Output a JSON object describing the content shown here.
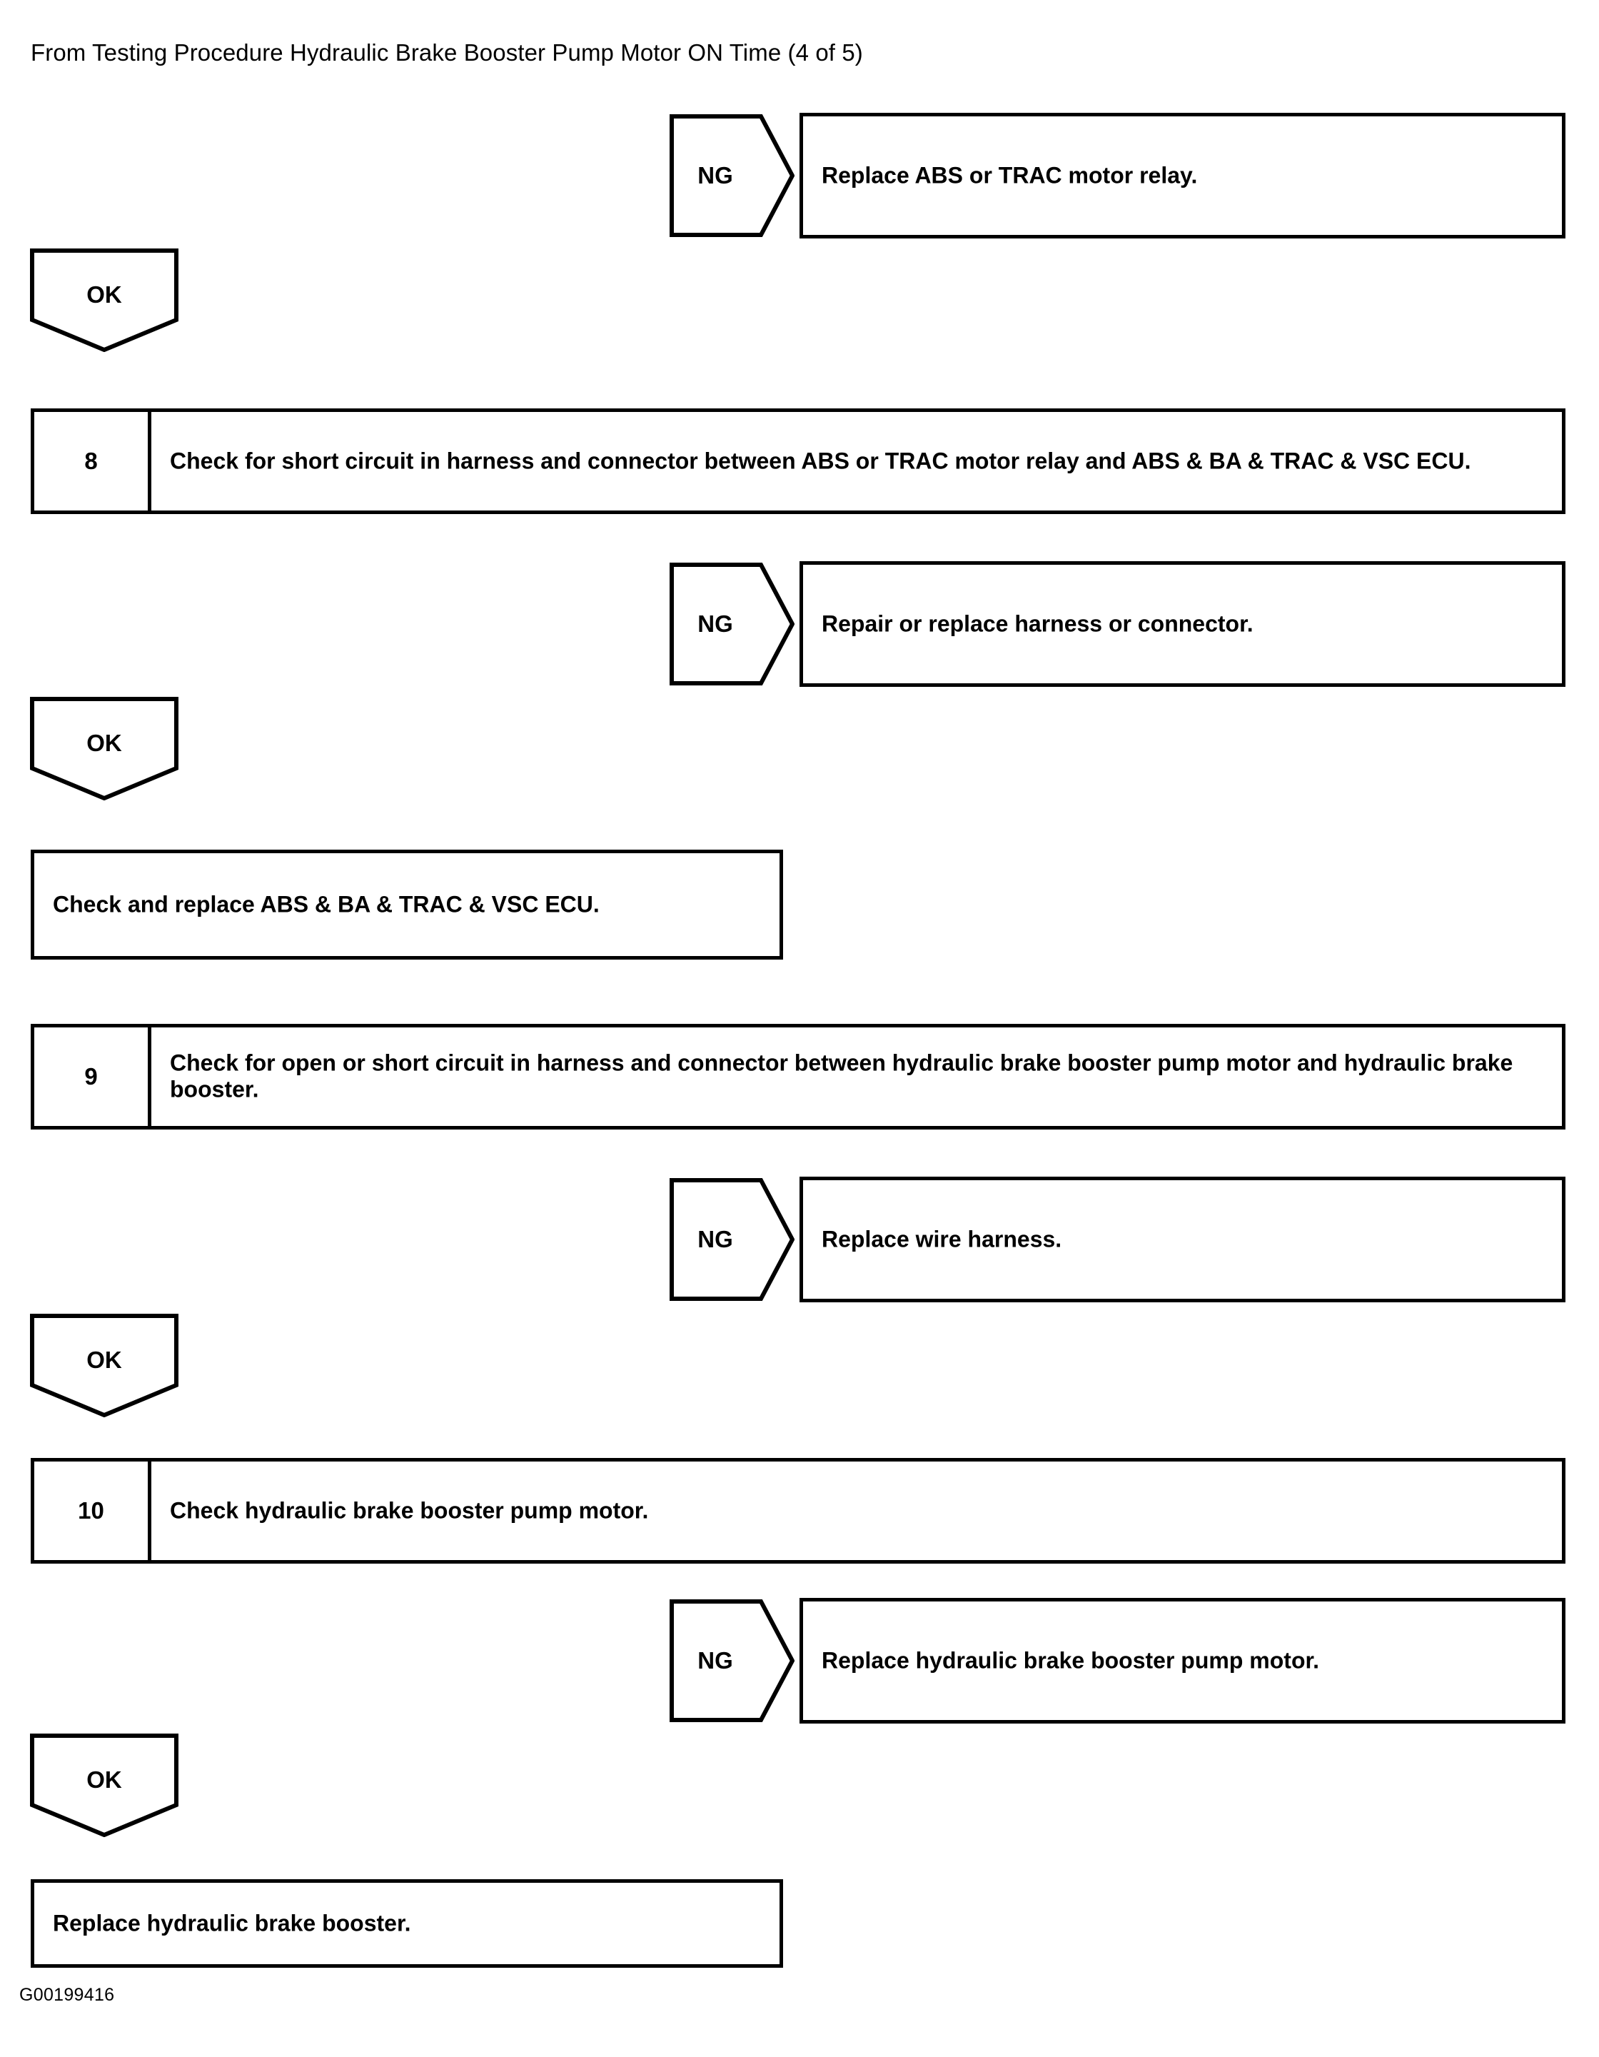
{
  "header": {
    "title": "From Testing Procedure Hydraulic Brake Booster Pump Motor ON Time (4 of 5)"
  },
  "labels": {
    "ng": "NG",
    "ok": "OK"
  },
  "colors": {
    "line": "#000000",
    "background": "#ffffff",
    "text": "#000000"
  },
  "flow": {
    "branches": [
      {
        "result": "NG",
        "action": "Replace ABS or TRAC motor relay."
      },
      {
        "result": "NG",
        "action": "Repair or replace harness or connector."
      },
      {
        "result": "NG",
        "action": "Replace wire harness."
      },
      {
        "result": "NG",
        "action": "Replace hydraulic brake booster pump motor."
      }
    ],
    "steps": [
      {
        "number": "8",
        "text": "Check for short circuit in harness and connector between ABS or TRAC motor relay and ABS & BA & TRAC & VSC ECU."
      },
      {
        "number": "9",
        "text": "Check for open or short circuit in harness and connector between hydraulic brake booster pump motor and hydraulic brake booster."
      },
      {
        "number": "10",
        "text": "Check hydraulic brake booster pump motor."
      }
    ],
    "outcomes": [
      {
        "text": "Check and replace ABS & BA & TRAC & VSC ECU."
      },
      {
        "text": "Replace hydraulic brake booster."
      }
    ],
    "ok_gates": [
      {
        "label": "OK"
      },
      {
        "label": "OK"
      },
      {
        "label": "OK"
      },
      {
        "label": "OK"
      }
    ]
  },
  "footer": {
    "code": "G00199416"
  }
}
